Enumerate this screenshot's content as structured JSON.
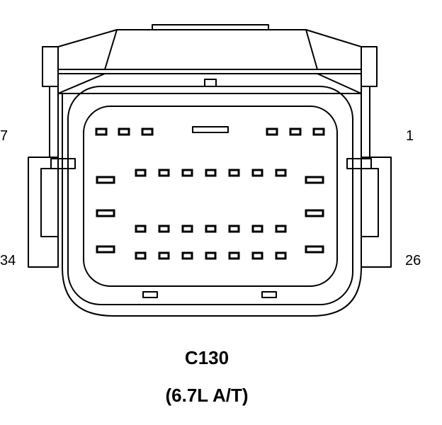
{
  "connector": {
    "name": "C130",
    "variant": "(6.7L A/T)"
  },
  "pin_labels": {
    "top_left": "7",
    "top_right": "1",
    "bottom_left": "34",
    "bottom_right": "26"
  },
  "colors": {
    "line": "#000000",
    "background": "#ffffff"
  }
}
